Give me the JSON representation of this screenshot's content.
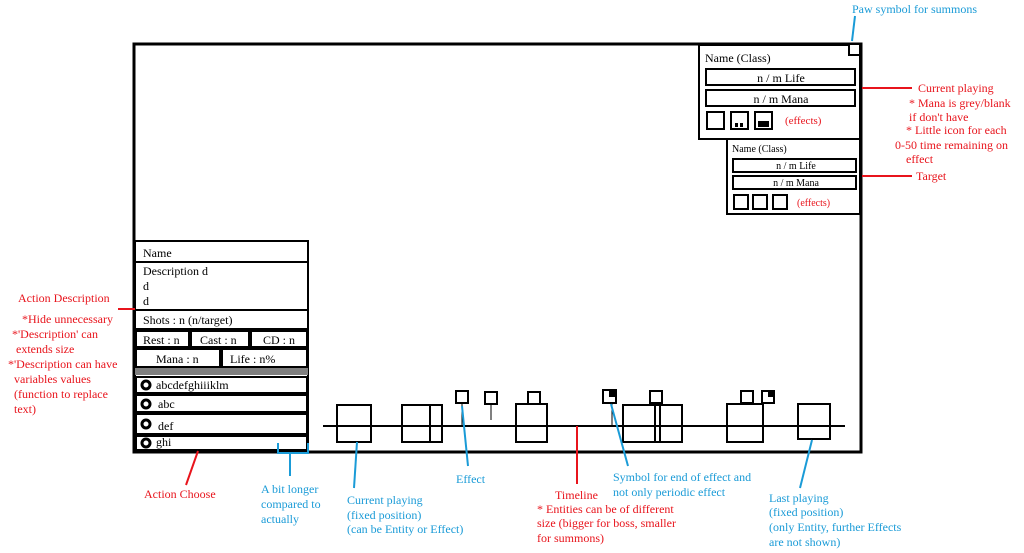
{
  "player_panel": {
    "name": "Name (Class)",
    "life": "n / m Life",
    "mana": "n / m Mana",
    "effects": "(effects)"
  },
  "target_panel": {
    "name": "Name (Class)",
    "life": "n / m Life",
    "mana": "n / m Mana",
    "effects": "(effects)"
  },
  "action_panel": {
    "name": "Name",
    "description_lines": [
      "Description d",
      "d",
      "d"
    ],
    "shots": "Shots : n (n/target)",
    "rest": "Rest : n",
    "cast": "Cast : n",
    "cd": "CD : n",
    "mana": "Mana : n",
    "life": "Life : n%",
    "choices": [
      "abcdefghiiiklm",
      "abc",
      "def",
      "ghi"
    ]
  },
  "annotations": {
    "paw": "Paw symbol for summons",
    "current_playing": [
      "Current playing",
      "* Mana is grey/blank",
      "if don't have",
      "* Little icon for each",
      "0-50 time remaining on",
      "effect"
    ],
    "target": "Target",
    "action_description": [
      "Action Description",
      "*Hide unnecessary",
      "*'Description' can",
      "extends size",
      "*'Description can have",
      "variables values",
      "(function to replace",
      "text)"
    ],
    "action_choose": "Action Choose",
    "bit_longer": [
      "A bit longer",
      "compared to",
      "actually"
    ],
    "current_playing_timeline": [
      "Current playing",
      "(fixed position)",
      "(can be Entity or Effect)"
    ],
    "effect": "Effect",
    "timeline": [
      "Timeline",
      "* Entities can be of different",
      "size (bigger for boss, smaller",
      "for summons)"
    ],
    "end_effect_symbol": [
      "Symbol for end of effect and",
      "not only periodic effect"
    ],
    "last_playing": [
      "Last playing",
      "(fixed position)",
      "(only Entity, further Effects",
      "are not shown)"
    ]
  },
  "colors": {
    "red": "#e8141c",
    "blue": "#1a9bd7",
    "grey": "#7f7f7f",
    "black": "#000000"
  }
}
